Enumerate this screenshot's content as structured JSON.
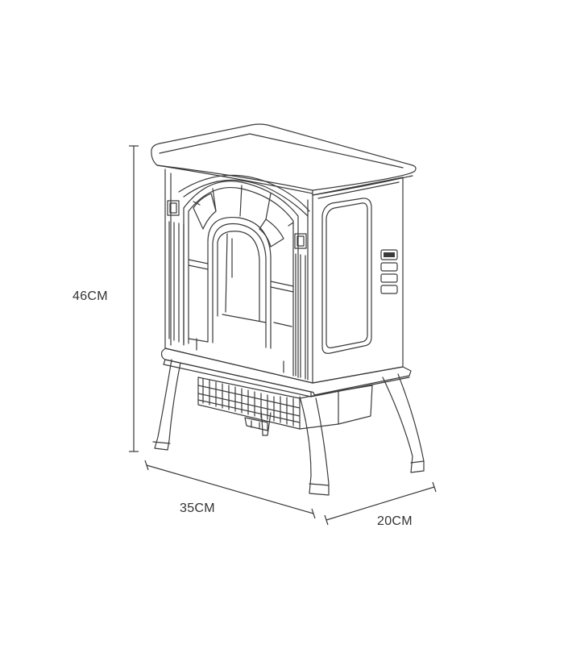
{
  "dimensions": {
    "height_label": "46CM",
    "width_label": "35CM",
    "depth_label": "20CM"
  },
  "colors": {
    "line": "#3a3a3a",
    "background": "#ffffff"
  }
}
